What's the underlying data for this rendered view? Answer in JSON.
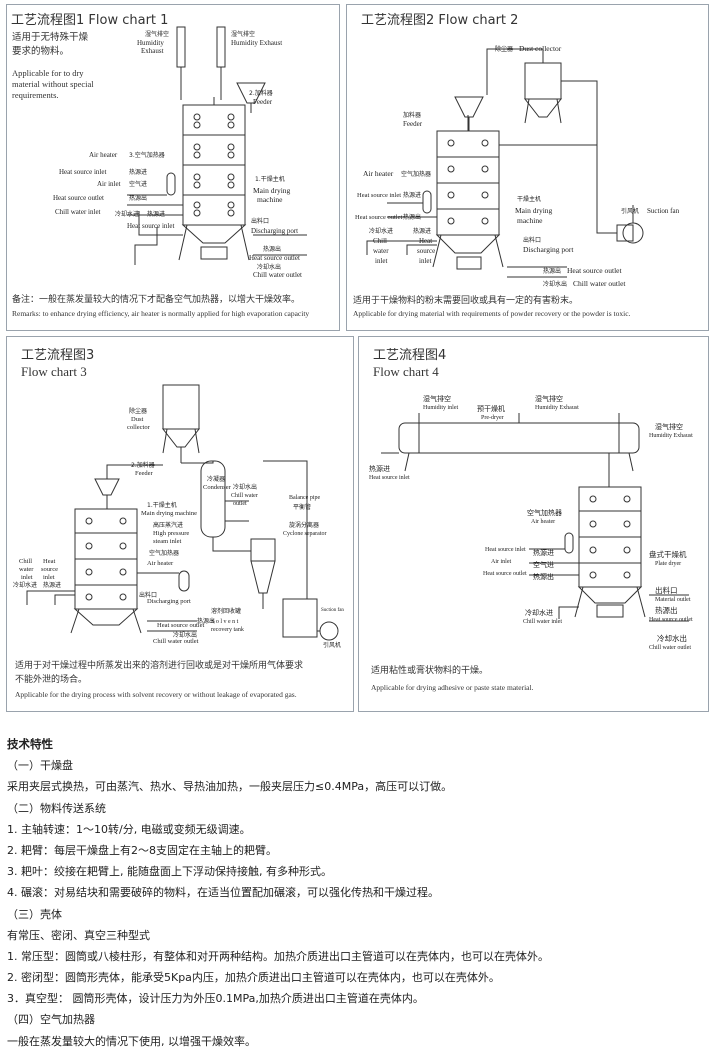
{
  "panels": {
    "p1": {
      "title": "工艺流程图1  Flow chart 1",
      "intro_cn": [
        "适用于无特殊干燥",
        "要求的物料。"
      ],
      "intro_en": [
        "Applicable for to dry",
        "material without special",
        "requirements."
      ],
      "labels": {
        "humidity_exhaust_l_cn": "湿气排空",
        "humidity_exhaust_l": "Humidity",
        "exhaust_l": "Exhaust",
        "humidity_exhaust_r_cn": "湿气排空",
        "humidity_exhaust_r": "Humidity Exhaust",
        "feeder_cn": "2.加料器",
        "feeder": "Feeder",
        "air_heater_cn": "3.空气加热器",
        "air_heater": "Air heater",
        "main_cn": "1.干燥主机",
        "main": "Main drying",
        "machine": "machine",
        "heat_in": "Heat source inlet",
        "heat_in_cn": "热源进",
        "air_inlet": "Air inlet",
        "air_inlet_cn": "空气进",
        "heat_out": "Heat source outlet",
        "heat_out_cn": "热源出",
        "chill_in": "Chill water inlet",
        "chill_in_cn": "冷却水进",
        "heat_inlet2": "Heat source inlet",
        "heat_inlet2_cn": "热源进",
        "discharge": "Discharging port",
        "discharge_cn": "出料口",
        "heat_outlet2": "Heat source outlet",
        "heat_outlet2_cn": "热源出",
        "chill_out": "Chill water outlet",
        "chill_out_cn": "冷却水出"
      },
      "note_cn": "备注：一般在蒸发量较大的情况下才配备空气加热器，以增大干燥效率。",
      "note_en": "Remarks: to enhance drying efficiency, air heater is normally applied for high evaporation capacity"
    },
    "p2": {
      "title": "工艺流程图2  Flow chart 2",
      "labels": {
        "dust_cn": "除尘器",
        "dust": "Dust collector",
        "feeder_cn": "加料器",
        "feeder": "Feeder",
        "air_heater": "Air heater",
        "air_heater_cn": "空气加热器",
        "heat_in": "Heat source inlet",
        "heat_in_cn": "热源进",
        "heat_out": "Heat source outlet",
        "heat_out_cn": "热源出",
        "chill_in_a": "Chill",
        "chill_in_b": "water",
        "chill_in_c": "inlet",
        "chill_in_cn": "冷却水进",
        "heat_in2_a": "Heat",
        "heat_in2_b": "source",
        "heat_in2_c": "inlet",
        "heat_in2_cn": "热源进",
        "main_cn": "干燥主机",
        "main": "Main drying",
        "machine": "machine",
        "discharge": "Discharging port",
        "discharge_cn": "出料口",
        "suction_cn": "引风机",
        "suction": "Suction fan",
        "heat_outlet2": "Heat source outlet",
        "heat_outlet2_cn": "热源出",
        "chill_out": "Chill water outlet",
        "chill_out_cn": "冷却水出"
      },
      "note_cn": "适用于干燥物料的粉末需要回收或具有一定的有害粉末。",
      "note_en": "Applicable for drying material with requirements of powder recovery or the powder is toxic."
    },
    "p3": {
      "title_cn": "工艺流程图3",
      "title_en": "Flow chart 3",
      "labels": {
        "dust_cn": "除尘器",
        "dust_a": "Dust",
        "dust_b": "collector",
        "feeder_cn": "2.加料器",
        "feeder": "Feeder",
        "condenser_cn": "冷凝器",
        "condenser": "Condenser",
        "main_cn": "1.干燥主机",
        "main": "Main drying machine",
        "hp_cn": "高压蒸汽进",
        "hp_a": "High pressure",
        "hp_b": "steam inlet",
        "air_heater_cn": "空气加热器",
        "air_heater": "Air heater",
        "chill_w_a": "Chill",
        "chill_w_b": "water",
        "chill_w_c": "inlet",
        "chill_w_cn": "冷却水进",
        "heat_s_a": "Heat",
        "heat_s_b": "source",
        "heat_s_c": "inlet",
        "heat_s_cn": "热源进",
        "chill_out_cn": "冷却水出",
        "chill_out_a": "Chill water",
        "chill_out_b": "outlet",
        "balance": "Balance pipe",
        "balance_cn": "平衡管",
        "cyclone_cn": "旋涡分离器",
        "cyclone": "Cyclone separator",
        "discharge_cn": "出料口",
        "discharge": "Discharging port",
        "heat_out_cn": "热源出",
        "heat_out": "Heat source outlet",
        "chill_out2_cn": "冷却水出",
        "chill_out2": "Chill water outlet",
        "solvent_cn": "溶剂回收罐",
        "solvent_a": "S o l v e n t",
        "solvent_b": "recovery tank",
        "suction_a": "Suction fan",
        "suction_cn": "引风机"
      },
      "note_cn": [
        "适用于对干燥过程中所蒸发出来的溶剂进行回收或是对干燥所用气体要求",
        "不能外泄的场合。"
      ],
      "note_en": "Applicable for the drying process with solvent recovery or without leakage of evaporated gas."
    },
    "p4": {
      "title_cn": "工艺流程图4",
      "title_en": "Flow chart 4",
      "labels": {
        "hum_l_cn": "湿气排空",
        "hum_l": "Humidity inlet",
        "pre_cn": "预干燥机",
        "pre": "Pre-dryer",
        "hum_m_cn": "湿气排空",
        "hum_m": "Humidity Exhaust",
        "hum_r_cn": "湿气排空",
        "hum_r": "Humidity Exhaust",
        "heat_in_cn": "热源进",
        "heat_in": "Heat source inlet",
        "air_heater_cn": "空气加热器",
        "air_heater": "Air heater",
        "heat_in2": "Heat source inlet",
        "heat_in2_cn": "热源进",
        "air_inlet": "Air inlet",
        "air_inlet_cn": "空气进",
        "heat_out": "Heat source outlet",
        "heat_out_cn": "热源出",
        "plate_cn": "盘式干燥机",
        "plate": "Plate dryer",
        "discharge_cn": "出料口",
        "discharge": "Material outlet",
        "heat_out2": "Heat source outlet",
        "heat_out2_cn": "热源出",
        "chill_in_cn": "冷却水进",
        "chill_in": "Chill water inlet",
        "chill_out_cn": "冷却水出",
        "chill_out": "Chill water outlet"
      },
      "note_cn": "适用粘性或膏状物料的干燥。",
      "note_en": "Applicable for drying adhesive or paste state material."
    }
  },
  "spec": [
    {
      "text": "技术特性",
      "head": true
    },
    {
      "text": "（一）干燥盘",
      "head": false
    },
    {
      "text": "采用夹层式换热，可由蒸汽、热水、导热油加热，一般夹层压力≤0.4MPa，高压可以订做。",
      "head": false
    },
    {
      "text": "（二）物料传送系统",
      "head": false
    },
    {
      "text": "1. 主轴转速：1～10转/分, 电磁或变频无级调速。",
      "head": false
    },
    {
      "text": "2. 耙臂：每层干燥盘上有2～8支固定在主轴上的耙臂。",
      "head": false
    },
    {
      "text": "3. 耙叶：绞接在耙臂上, 能随盘面上下浮动保持接触, 有多种形式。",
      "head": false
    },
    {
      "text": "4. 碾滚：对易结块和需要破碎的物料，在适当位置配加碾滚，可以强化传热和干燥过程。",
      "head": false
    },
    {
      "text": "（三）壳体",
      "head": false
    },
    {
      "text": "有常压、密闭、真空三种型式",
      "head": false
    },
    {
      "text": "1. 常压型：圆筒或八棱柱形，有整体和对开两种结构。加热介质进出口主管道可以在壳体内，也可以在壳体外。",
      "head": false
    },
    {
      "text": "2. 密闭型：圆筒形壳体，能承受5Kpa内压，加热介质进出口主管道可以在壳体内，也可以在壳体外。",
      "head": false
    },
    {
      "text": "3．真空型： 圆筒形壳体，设计压力为外压0.1MPa,加热介质进出口主管道在壳体内。",
      "head": false
    },
    {
      "text": "（四）空气加热器",
      "head": false
    },
    {
      "text": "一般在蒸发量较大的情况下使用, 以增强干燥效率。",
      "head": false
    }
  ]
}
